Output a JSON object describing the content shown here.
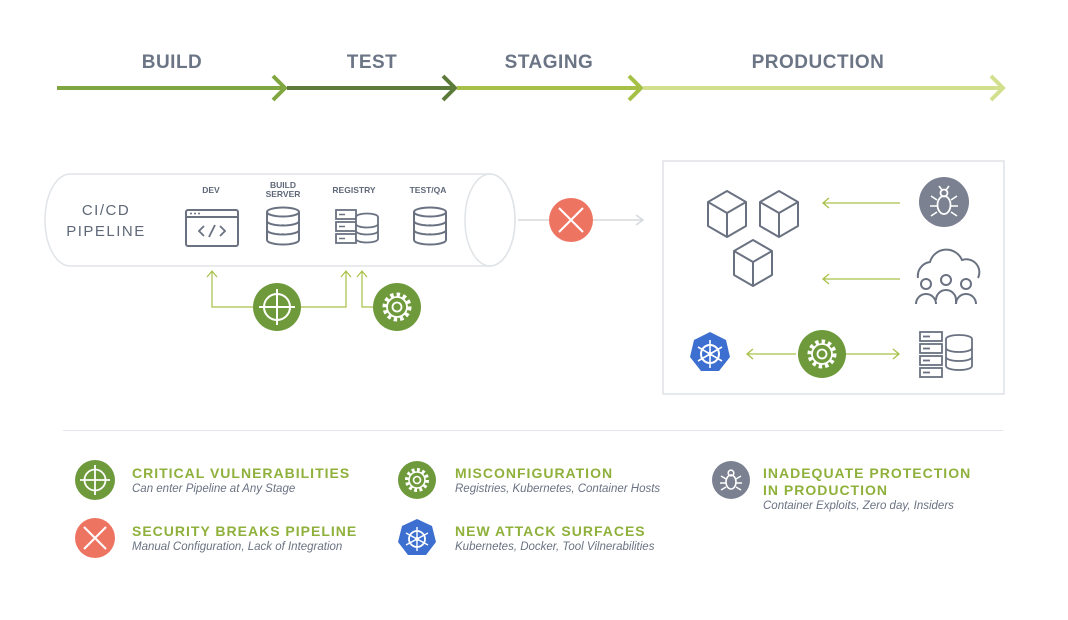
{
  "stages": [
    "BUILD",
    "TEST",
    "STAGING",
    "PRODUCTION"
  ],
  "pipeline": {
    "line1": "CI/CD",
    "line2": "PIPELINE",
    "tools": [
      {
        "label": "DEV"
      },
      {
        "label": "BUILD\nSERVER"
      },
      {
        "label": "REGISTRY"
      },
      {
        "label": "TEST/QA"
      }
    ]
  },
  "legend": [
    {
      "title": "CRITICAL VULNERABILITIES",
      "subtitle": "Can enter Pipeline at Any Stage",
      "icon": "crosshair-icon"
    },
    {
      "title": "MISCONFIGURATION",
      "subtitle": "Registries, Kubernetes, Container Hosts",
      "icon": "gear-icon"
    },
    {
      "title": "INADEQUATE PROTECTION\nIN PRODUCTION",
      "subtitle": "Container Exploits, Zero day, Insiders",
      "icon": "bug-icon"
    },
    {
      "title": "SECURITY BREAKS PIPELINE",
      "subtitle": "Manual Configuration, Lack of Integration",
      "icon": "x-icon"
    },
    {
      "title": "NEW ATTACK SURFACES",
      "subtitle": "Kubernetes, Docker, Tool Vilnerabilities",
      "icon": "kubernetes-icon"
    }
  ],
  "colors": {
    "green_dark": "#6e9a3c",
    "green_mid": "#7fa640",
    "green_light": "#d2e08e",
    "legend_title": "#8fb13c",
    "slate": "#5f6878",
    "error_red": "#ee7462",
    "k8s_blue": "#3d6fd0",
    "bug_gray": "#7b8190"
  }
}
